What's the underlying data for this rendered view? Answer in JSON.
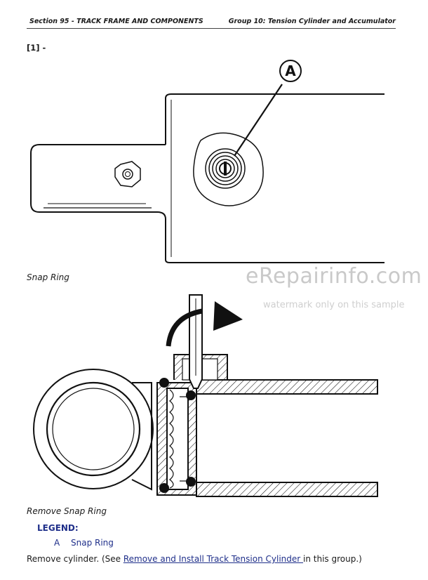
{
  "header": {
    "section": "Section 95 - TRACK FRAME AND COMPONENTS",
    "group": "Group 10: Tension Cylinder and Accumulator"
  },
  "reference": "[1] -",
  "figure1": {
    "callout": "A",
    "caption": "Snap Ring"
  },
  "figure2": {
    "caption": "Remove Snap Ring"
  },
  "watermark": {
    "brand": "eRepairinfo.com",
    "note": "watermark only on this sample"
  },
  "legend": {
    "title": "LEGEND:",
    "items": [
      {
        "key": "A",
        "label": "Snap Ring"
      }
    ]
  },
  "instruction": {
    "before": "Remove cylinder. (See ",
    "link": "Remove and Install Track Tension Cylinder ",
    "after": "in this group.)"
  }
}
